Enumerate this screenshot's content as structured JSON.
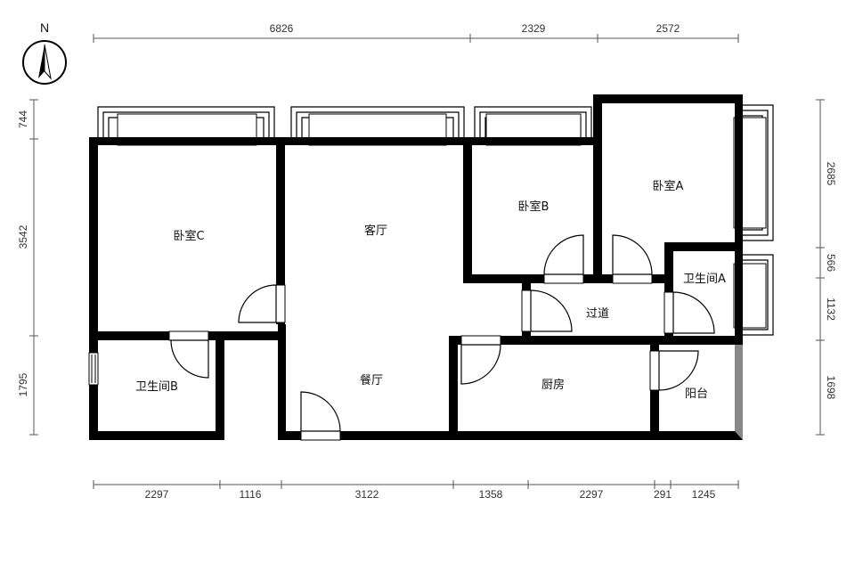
{
  "compass": {
    "label": "N"
  },
  "rooms": {
    "bedroom_c": "卧室C",
    "living_room": "客厅",
    "bedroom_b": "卧室B",
    "bedroom_a": "卧室A",
    "bathroom_a": "卫生间A",
    "corridor": "过道",
    "bathroom_b": "卫生间B",
    "dining_room": "餐厅",
    "kitchen": "厨房",
    "balcony": "阳台"
  },
  "dimensions": {
    "top": [
      "6826",
      "2329",
      "2572"
    ],
    "bottom": [
      "2297",
      "1116",
      "3122",
      "1358",
      "2297",
      "291",
      "1245"
    ],
    "left": [
      "744",
      "3542",
      "1795"
    ],
    "right": [
      "2685",
      "566",
      "1132",
      "1698"
    ]
  },
  "colors": {
    "wall": "#000000",
    "line": "#555555",
    "balcony_edge": "#888888"
  }
}
